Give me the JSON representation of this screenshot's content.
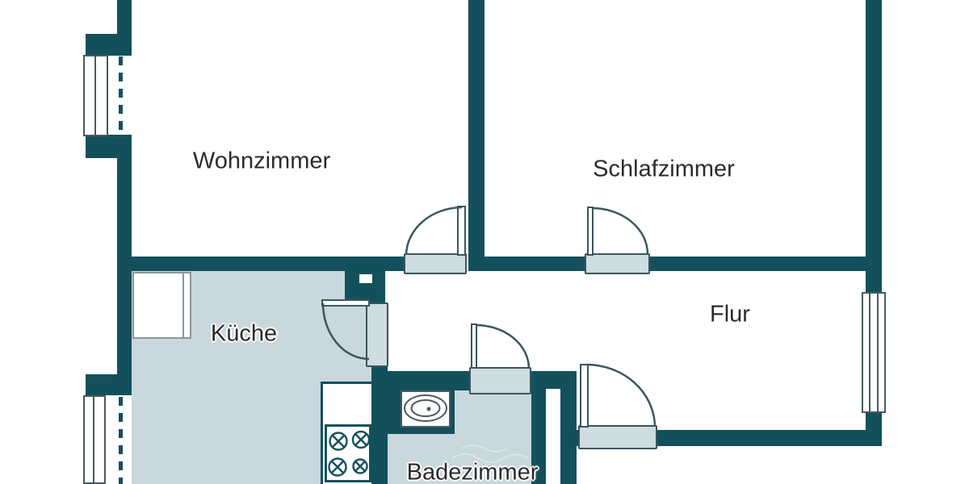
{
  "colors": {
    "wall": "#14505c",
    "floor": "#c9d8dc",
    "sill": "#cfdde0",
    "outline": "#3a565e",
    "frame": "#4a5a5e",
    "furniture_outline": "#8a979b",
    "label_text": "#2b2b2b",
    "background": "#ffffff",
    "wave": "#dce5e7"
  },
  "rooms": [
    {
      "id": "wohnzimmer",
      "label": "Wohnzimmer"
    },
    {
      "id": "schlafzimmer",
      "label": "Schlafzimmer"
    },
    {
      "id": "kueche",
      "label": "Küche"
    },
    {
      "id": "flur",
      "label": "Flur"
    },
    {
      "id": "badezimmer",
      "label": "Badezimmer"
    }
  ],
  "fixtures": {
    "stove": "gas-stove-four-burners",
    "sink": "oval-washbasin",
    "windows": 3,
    "interior_doors": 4,
    "entry_doors": 1,
    "balcony_door_markers": 2
  }
}
